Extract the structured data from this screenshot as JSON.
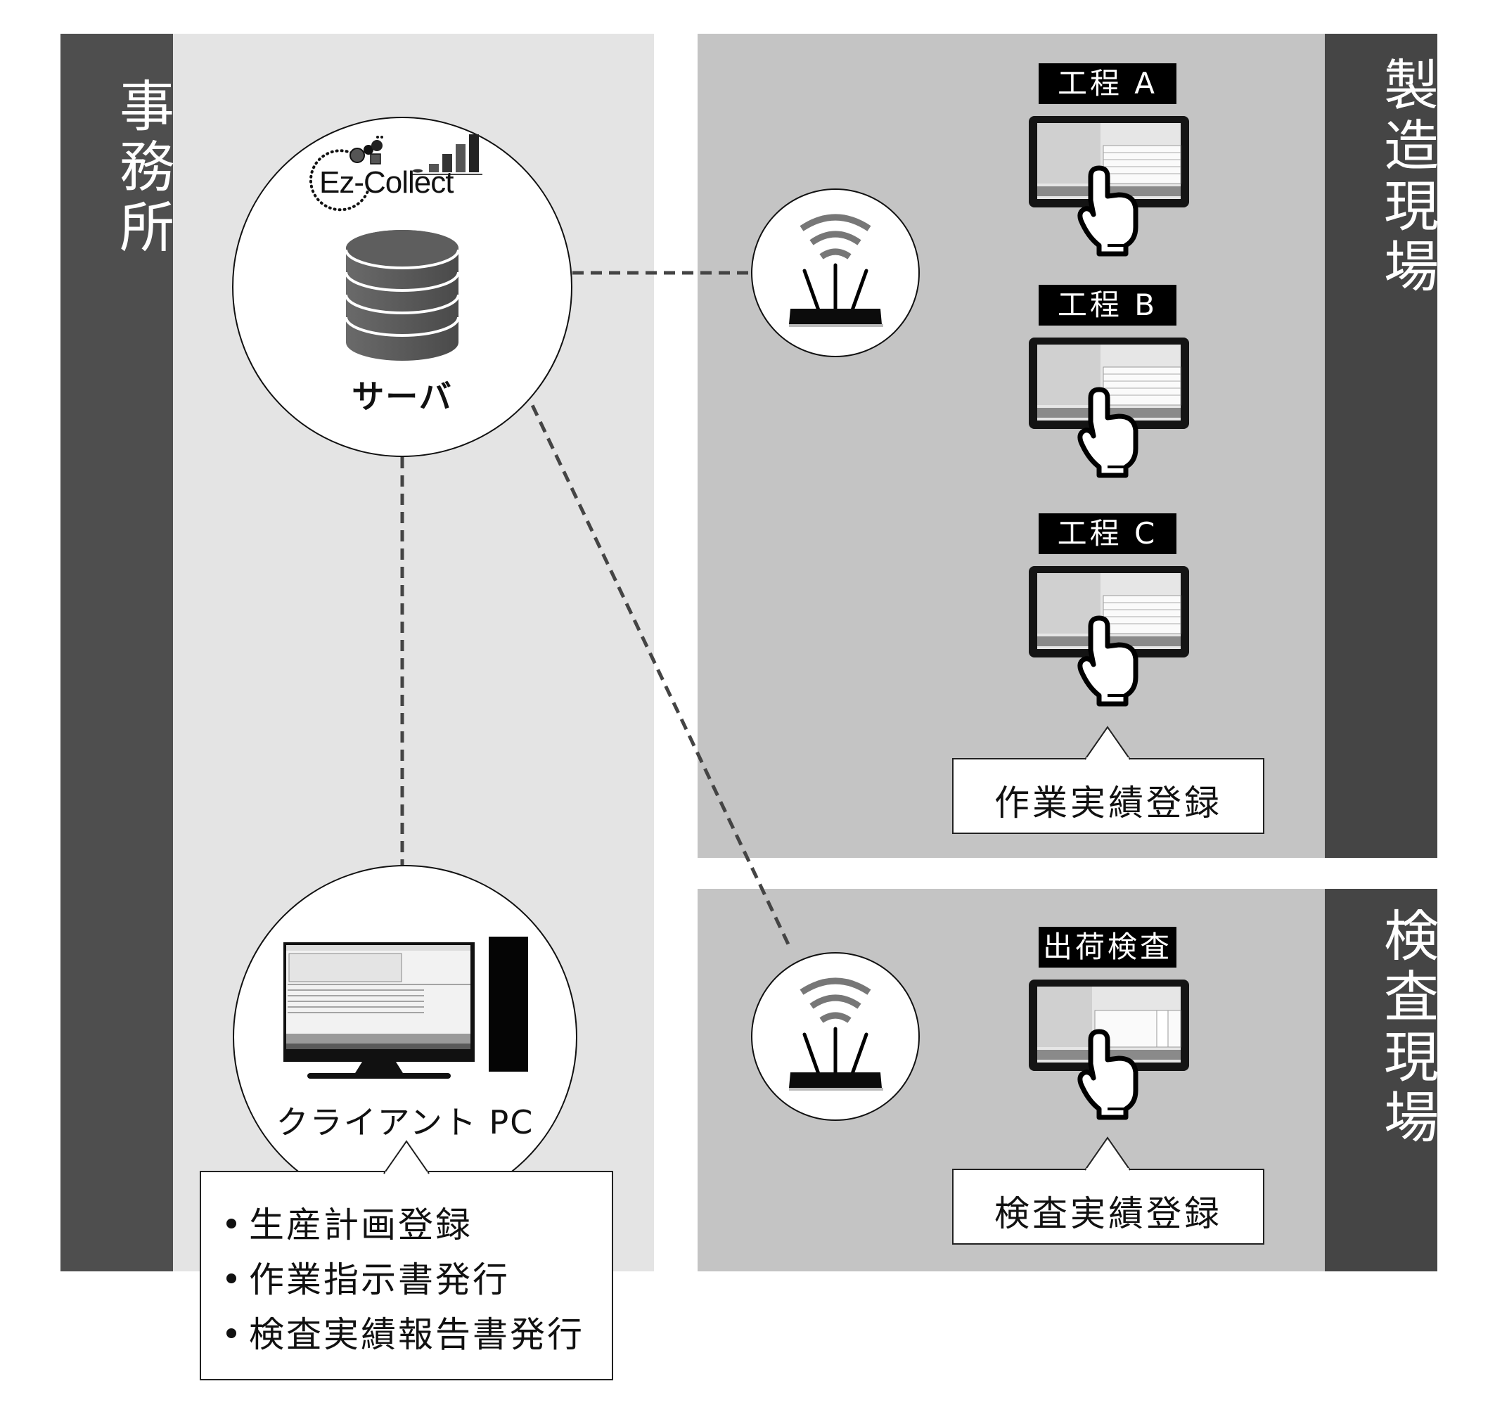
{
  "zones": {
    "office": {
      "label": "事務所"
    },
    "manufacturing": {
      "label": "製造現場"
    },
    "inspection": {
      "label": "検査現場"
    }
  },
  "server": {
    "logo_text": "Ez-Collect",
    "caption": "サーバ",
    "icon": "database-icon"
  },
  "client_pc": {
    "caption": "クライアント PC",
    "icon": "desktop-pc-icon",
    "tasks": [
      "生産計画登録",
      "作業指示書発行",
      "検査実績報告書発行"
    ]
  },
  "routers": [
    {
      "name": "manufacturing-router",
      "icon": "wifi-router-icon"
    },
    {
      "name": "inspection-router",
      "icon": "wifi-router-icon"
    }
  ],
  "manufacturing": {
    "processes": [
      {
        "label": "工程 A",
        "device": "touch-tablet"
      },
      {
        "label": "工程 B",
        "device": "touch-tablet"
      },
      {
        "label": "工程 C",
        "device": "touch-tablet"
      }
    ],
    "callout": "作業実績登録"
  },
  "inspection": {
    "processes": [
      {
        "label": "出荷検査",
        "device": "touch-tablet"
      }
    ],
    "callout": "検査実績登録"
  },
  "colors": {
    "band": "#454545",
    "office_bg": "#e4e4e4",
    "site_bg": "#c4c4c4",
    "connector": "#444444",
    "label_bg": "#000000"
  }
}
